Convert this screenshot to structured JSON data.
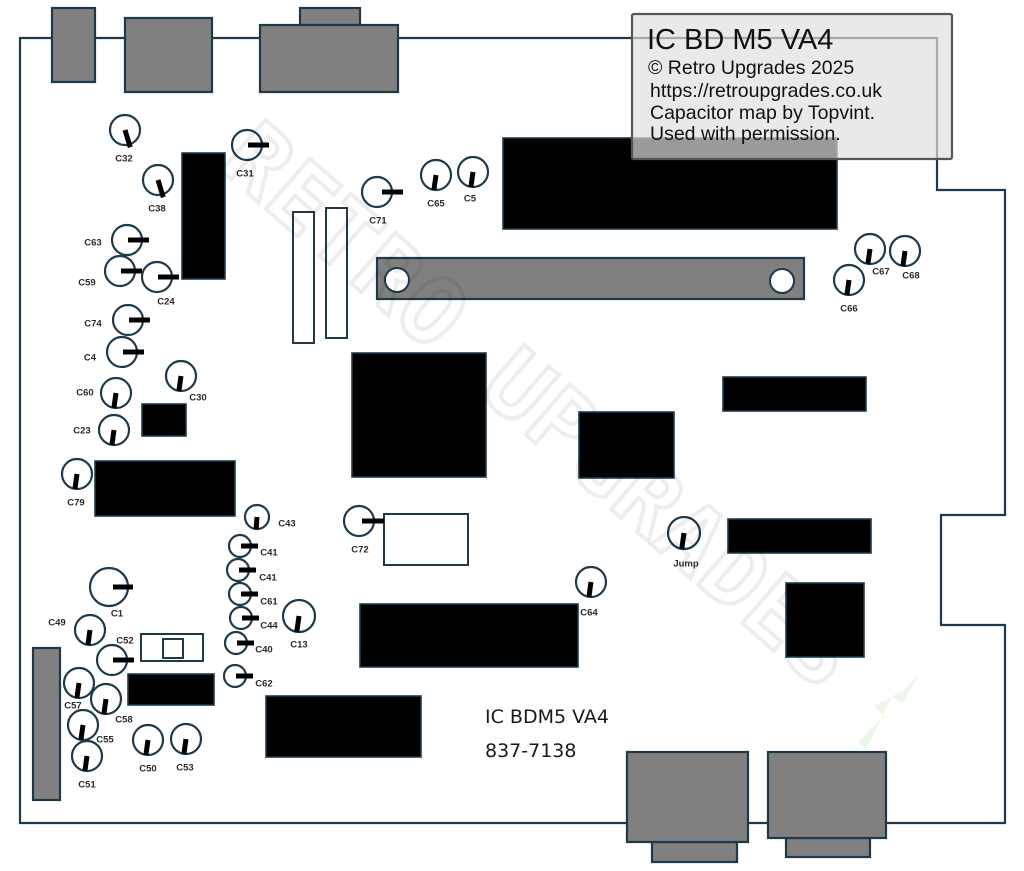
{
  "info_box": {
    "title": "IC BD M5 VA4",
    "copyright": "© Retro Upgrades 2025",
    "url": "https://retroupgrades.co.uk",
    "credit": "Capacitor map by Topvint.",
    "permission": "Used with permission."
  },
  "board_labels": {
    "model": "IC BDM5 VA4",
    "part_number": "837-7138"
  },
  "watermark": {
    "text": "RETRO UPGRADES"
  },
  "capacitors": [
    {
      "label": "C32"
    },
    {
      "label": "C31"
    },
    {
      "label": "C38"
    },
    {
      "label": "C63"
    },
    {
      "label": "C59"
    },
    {
      "label": "C24"
    },
    {
      "label": "C74"
    },
    {
      "label": "C4"
    },
    {
      "label": "C60"
    },
    {
      "label": "C30"
    },
    {
      "label": "C23"
    },
    {
      "label": "C79"
    },
    {
      "label": "C43"
    },
    {
      "label": "C41"
    },
    {
      "label": "C41"
    },
    {
      "label": "C61"
    },
    {
      "label": "C44"
    },
    {
      "label": "C40"
    },
    {
      "label": "C62"
    },
    {
      "label": "C13"
    },
    {
      "label": "C1"
    },
    {
      "label": "C49"
    },
    {
      "label": "C52"
    },
    {
      "label": "C57"
    },
    {
      "label": "C58"
    },
    {
      "label": "C55"
    },
    {
      "label": "C51"
    },
    {
      "label": "C50"
    },
    {
      "label": "C53"
    },
    {
      "label": "C72"
    },
    {
      "label": "C71"
    },
    {
      "label": "C65"
    },
    {
      "label": "C5"
    },
    {
      "label": "C67"
    },
    {
      "label": "C68"
    },
    {
      "label": "C66"
    },
    {
      "label": "C64"
    },
    {
      "label": "Jump"
    }
  ],
  "colors": {
    "outline": "#1e3a4a",
    "connector": "#808080",
    "chip": "#000000",
    "background": "#ffffff",
    "label": "#2a2a2a"
  }
}
